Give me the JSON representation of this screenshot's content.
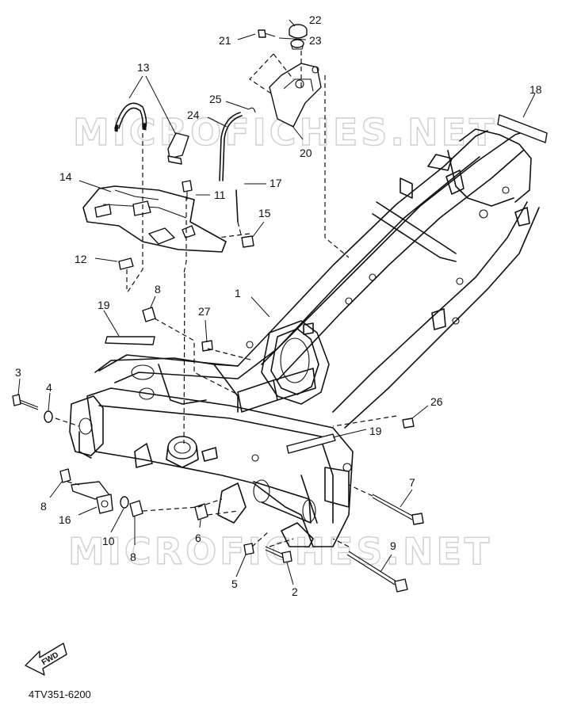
{
  "diagram": {
    "callouts": [
      {
        "id": "c22",
        "label": "22"
      },
      {
        "id": "c21",
        "label": "21"
      },
      {
        "id": "c23",
        "label": "23"
      },
      {
        "id": "c13",
        "label": "13"
      },
      {
        "id": "c18",
        "label": "18"
      },
      {
        "id": "c25",
        "label": "25"
      },
      {
        "id": "c24",
        "label": "24"
      },
      {
        "id": "c20",
        "label": "20"
      },
      {
        "id": "c14",
        "label": "14"
      },
      {
        "id": "c11",
        "label": "11"
      },
      {
        "id": "c17",
        "label": "17"
      },
      {
        "id": "c15",
        "label": "15"
      },
      {
        "id": "c12",
        "label": "12"
      },
      {
        "id": "c8a",
        "label": "8"
      },
      {
        "id": "c1",
        "label": "1"
      },
      {
        "id": "c19a",
        "label": "19"
      },
      {
        "id": "c27",
        "label": "27"
      },
      {
        "id": "c3",
        "label": "3"
      },
      {
        "id": "c4",
        "label": "4"
      },
      {
        "id": "c26",
        "label": "26"
      },
      {
        "id": "c19b",
        "label": "19"
      },
      {
        "id": "c7",
        "label": "7"
      },
      {
        "id": "c8b",
        "label": "8"
      },
      {
        "id": "c16",
        "label": "16"
      },
      {
        "id": "c10",
        "label": "10"
      },
      {
        "id": "c8c",
        "label": "8"
      },
      {
        "id": "c6",
        "label": "6"
      },
      {
        "id": "c9",
        "label": "9"
      },
      {
        "id": "c5",
        "label": "5"
      },
      {
        "id": "c2",
        "label": "2"
      }
    ],
    "watermark_top": "MICROFICHES.NET",
    "watermark_bottom": "MICROFICHES.NET",
    "fwd_label": "FWD",
    "part_code": "4TV351-6200"
  }
}
